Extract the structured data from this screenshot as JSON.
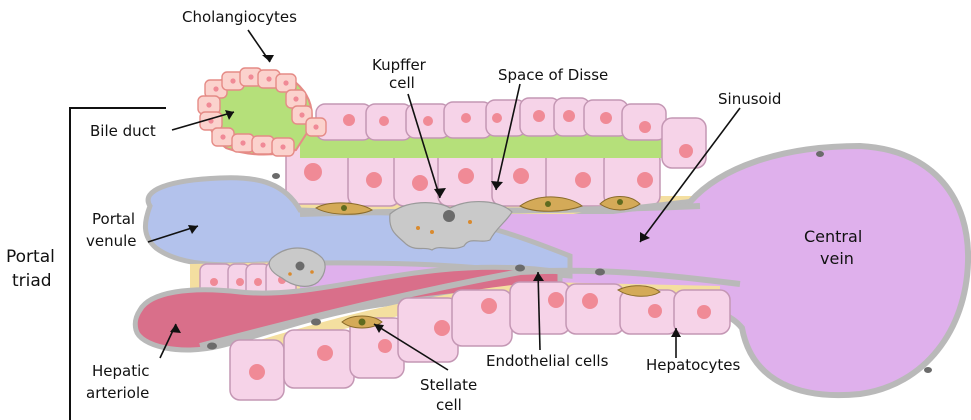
{
  "labels": {
    "cholangiocytes": "Cholangiocytes",
    "bile_duct": "Bile duct",
    "kupffer_1": "Kupffer",
    "kupffer_2": "cell",
    "space_of_disse": "Space of Disse",
    "sinusoid": "Sinusoid",
    "portal_venule_1": "Portal",
    "portal_venule_2": "venule",
    "portal_triad_1": "Portal",
    "portal_triad_2": "triad",
    "central_vein_1": "Central",
    "central_vein_2": "vein",
    "hepatic_arteriole_1": "Hepatic",
    "hepatic_arteriole_2": "arteriole",
    "stellate_1": "Stellate",
    "stellate_2": "cell",
    "endothelial_cells": "Endothelial cells",
    "hepatocytes": "Hepatocytes"
  },
  "colors": {
    "hepatocyte_fill": "#f6d3e8",
    "hepatocyte_stroke": "#c497b4",
    "nucleus": "#f08a96",
    "bile_green": "#b5e07a",
    "cholangiocyte_fill": "#fbd2cd",
    "cholangiocyte_stroke": "#e58b86",
    "portal_venule_blue": "#b3c2ec",
    "central_vein_purple": "#dfb0ec",
    "arteriole_red": "#d96f8a",
    "disse_yellow": "#f4dfa0",
    "endothelium_gray": "#b9b9b9",
    "kupffer_gray": "#c9c9c9"
  }
}
